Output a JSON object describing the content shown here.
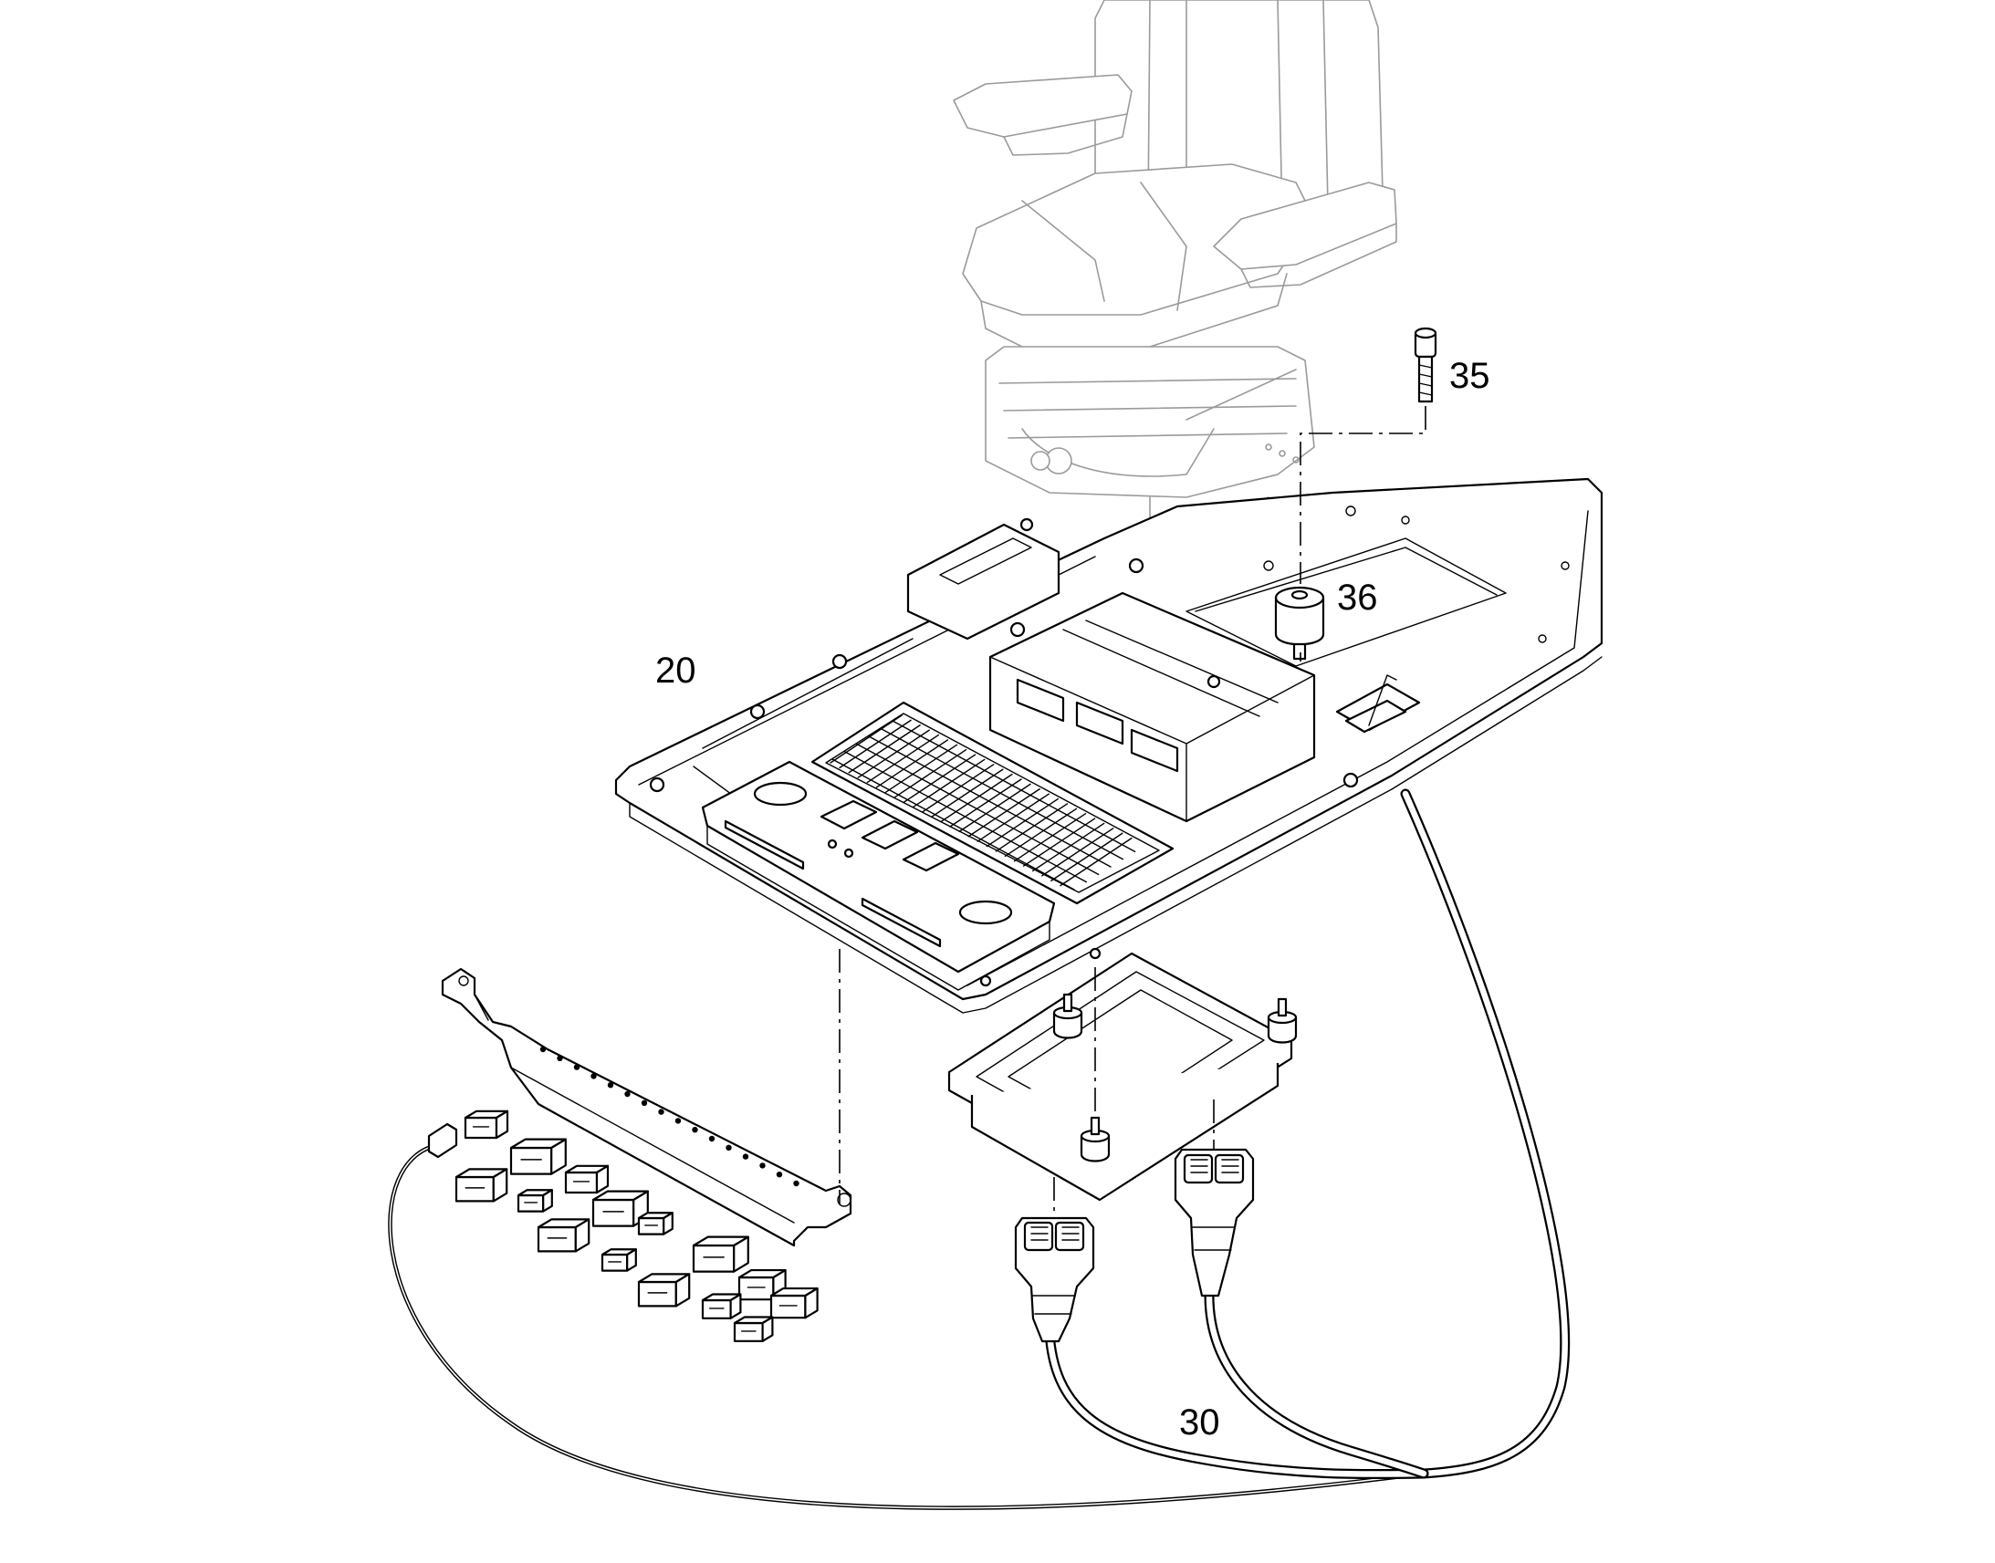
{
  "diagram": {
    "callouts": [
      {
        "id": "seat-plate",
        "label": "20"
      },
      {
        "id": "wiring-harness",
        "label": "30"
      },
      {
        "id": "screw",
        "label": "35"
      },
      {
        "id": "rubber-mount",
        "label": "36"
      }
    ]
  }
}
